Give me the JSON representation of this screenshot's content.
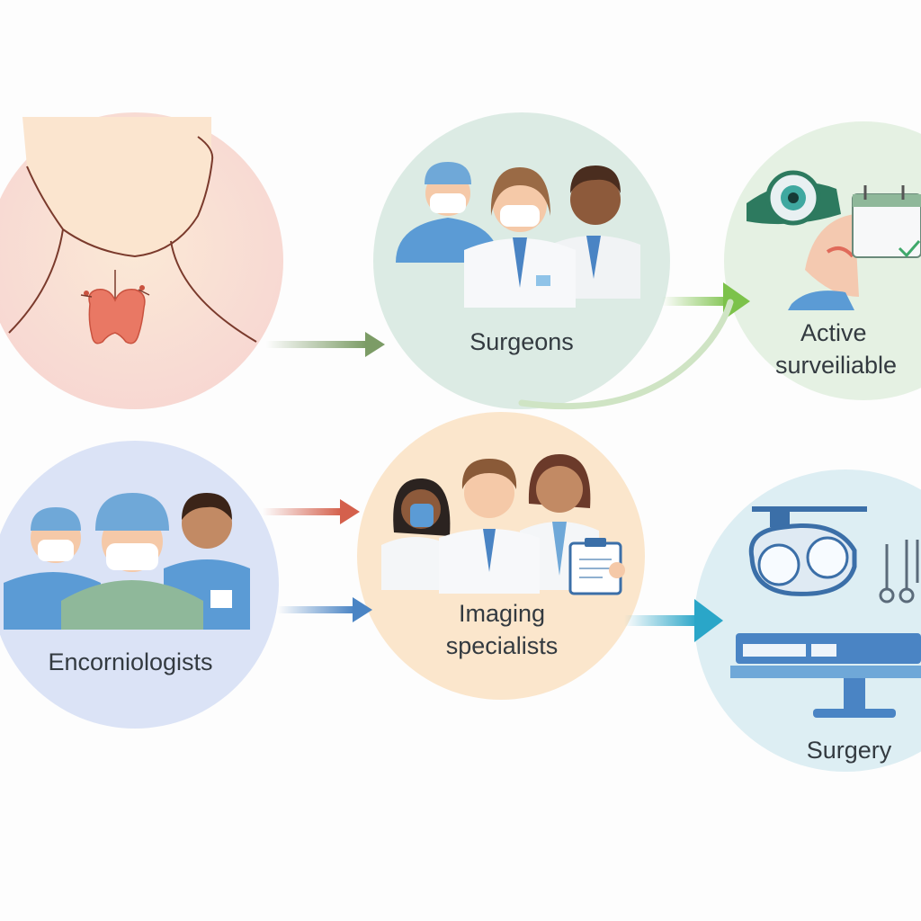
{
  "diagram": {
    "nodes": {
      "thyroid": {
        "name": "thyroid-node"
      },
      "surgeons": {
        "label": "Surgeons"
      },
      "active_surveillance": {
        "label_line1": "Active",
        "label_line2": "surveiliable"
      },
      "endocrinologists": {
        "label": "Encorniologists"
      },
      "imaging_specialists": {
        "label_line1": "Imaging",
        "label_line2": "specialists"
      },
      "surgery": {
        "label": "Surgery"
      }
    },
    "colors": {
      "thyroid_bg": "#fbe3d8",
      "surgeons_bg": "#dcebe4",
      "active_bg": "#e5f1e3",
      "endo_bg": "#dbe3f6",
      "imaging_bg": "#fbe6cc",
      "surgery_bg": "#ddeef3",
      "arrow_green": "#7c9c66",
      "arrow_bright_green": "#7cc24a",
      "arrow_red": "#d4604c",
      "arrow_blue": "#4a84c4",
      "arrow_teal": "#2aa6c8",
      "scrubs_blue": "#5b9bd5",
      "scrubs_green": "#8fb89a",
      "coat_white": "#f4f6f8",
      "skin_light": "#f5c9a8",
      "skin_dark": "#8d5a3b"
    }
  }
}
